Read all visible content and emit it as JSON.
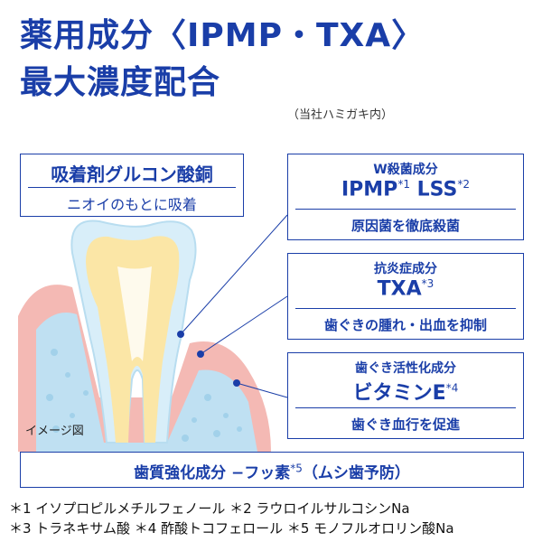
{
  "headline": {
    "line1": "薬用成分〈IPMP・TXA〉",
    "line2": "最大濃度配合",
    "note": "（当社ハミガキ内）"
  },
  "left_box": {
    "title": "吸着剤グルコン酸銅",
    "subtitle": "ニオイのもとに吸着"
  },
  "ingredients": [
    {
      "category": "W殺菌成分",
      "name": "IPMP",
      "sup1": "*1",
      "name2": "LSS",
      "sup2": "*2",
      "effect": "原因菌を徹底殺菌"
    },
    {
      "category": "抗炎症成分",
      "name": "TXA",
      "sup1": "*3",
      "effect": "歯ぐきの腫れ・出血を抑制"
    },
    {
      "category": "歯ぐき活性化成分",
      "name": "ビタミンE",
      "sup1": "*4",
      "effect": "歯ぐき血行を促進"
    }
  ],
  "bottom_box": {
    "text": "歯質強化成分 −フッ素",
    "sup": "*5",
    "text2": "（ムシ歯予防）"
  },
  "image_note": "イメージ図",
  "footnotes": {
    "line1": "＊1 イソプロピルメチルフェノール  ＊2 ラウロイルサルコシンNa",
    "line2": "＊3 トラネキサム酸  ＊4 酢酸トコフェロール  ＊5 モノフルオロリン酸Na"
  },
  "colors": {
    "brand": "#1a3ea8",
    "gum": "#f4b9b4",
    "tooth_pulp": "#fbe6a6",
    "bone": "#bfe0f2"
  }
}
